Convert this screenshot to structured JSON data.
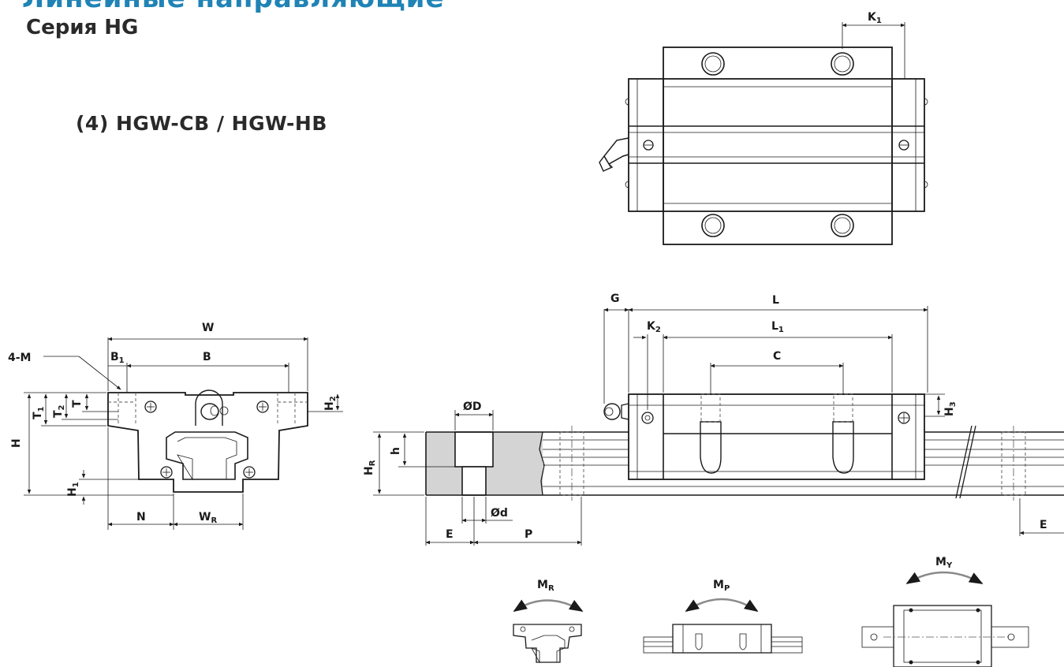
{
  "header": {
    "title": "Линейные направляющие",
    "series": "Серия HG",
    "model": "(4) HGW-CB / HGW-HB"
  },
  "dimensions": {
    "K1": "K",
    "K1_sub": "1",
    "W": "W",
    "M4": "4-M",
    "B1": "B",
    "B1_sub": "1",
    "B": "B",
    "T1": "T",
    "T1_sub": "1",
    "T2": "T",
    "T2_sub": "2",
    "T": "T",
    "H2": "H",
    "H2_sub": "2",
    "H": "H",
    "H1": "H",
    "H1_sub": "1",
    "N": "N",
    "WR": "W",
    "WR_sub": "R",
    "G": "G",
    "L": "L",
    "K2": "K",
    "K2_sub": "2",
    "L1": "L",
    "L1_sub": "1",
    "C": "C",
    "H3": "H",
    "H3_sub": "3",
    "OD": "ØD",
    "Od": "Ød",
    "h": "h",
    "HR": "H",
    "HR_sub": "R",
    "E_left": "E",
    "P": "P",
    "E_right": "E"
  },
  "moments": {
    "MR": "M",
    "MR_sub": "R",
    "MP": "M",
    "MP_sub": "P",
    "MY": "M",
    "MY_sub": "Y"
  },
  "colors": {
    "title": "#1f83b5",
    "text": "#2a2a2a",
    "line": "#1a1a1a",
    "rail_fill": "#d4d4d4"
  }
}
